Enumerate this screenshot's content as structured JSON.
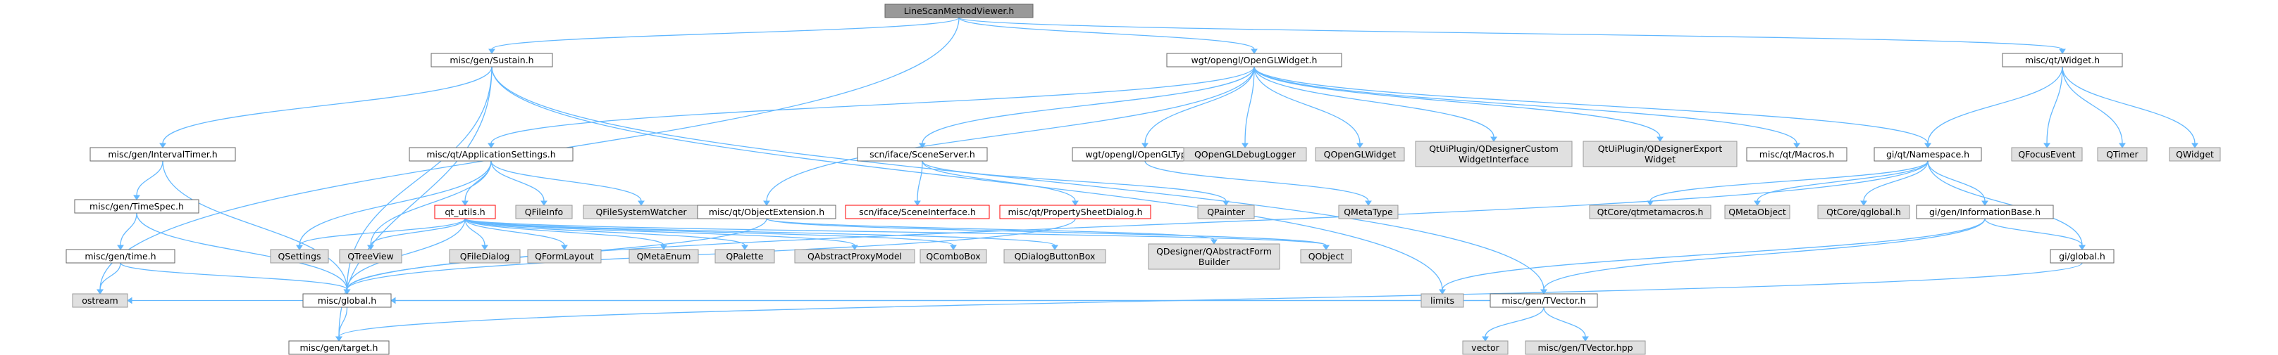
{
  "colors": {
    "root_fill": "#999999",
    "root_stroke": "#666666",
    "doc_fill": "#ffffff",
    "doc_stroke": "#666666",
    "ext_fill": "#e0e0e0",
    "ext_stroke": "#999999",
    "red_stroke": "#ff0000",
    "edge": "#63b8ff",
    "text": "#000000"
  },
  "nodes": [
    {
      "id": "n0",
      "label": [
        "LineScanMethodViewer.h"
      ],
      "kind": "root"
    },
    {
      "id": "n1",
      "label": [
        "misc/gen/Sustain.h"
      ],
      "kind": "doc"
    },
    {
      "id": "n2",
      "label": [
        "wgt/opengl/OpenGLWidget.h"
      ],
      "kind": "doc"
    },
    {
      "id": "n3",
      "label": [
        "misc/qt/Widget.h"
      ],
      "kind": "doc"
    },
    {
      "id": "n4",
      "label": [
        "misc/gen/IntervalTimer.h"
      ],
      "kind": "doc"
    },
    {
      "id": "n5",
      "label": [
        "misc/gen/TimeSpec.h"
      ],
      "kind": "doc"
    },
    {
      "id": "n6",
      "label": [
        "misc/gen/time.h"
      ],
      "kind": "doc"
    },
    {
      "id": "n7",
      "label": [
        "ostream"
      ],
      "kind": "ext"
    },
    {
      "id": "n8",
      "label": [
        "misc/global.h"
      ],
      "kind": "doc"
    },
    {
      "id": "n9",
      "label": [
        "misc/gen/target.h"
      ],
      "kind": "doc"
    },
    {
      "id": "n10",
      "label": [
        "misc/qt/ApplicationSettings.h"
      ],
      "kind": "doc"
    },
    {
      "id": "n11",
      "label": [
        "qt_utils.h"
      ],
      "kind": "red"
    },
    {
      "id": "n12",
      "label": [
        "QSettings"
      ],
      "kind": "ext"
    },
    {
      "id": "n13",
      "label": [
        "QTreeView"
      ],
      "kind": "ext"
    },
    {
      "id": "n14",
      "label": [
        "QFileInfo"
      ],
      "kind": "ext"
    },
    {
      "id": "n15",
      "label": [
        "QFileSystemWatcher"
      ],
      "kind": "ext"
    },
    {
      "id": "n16",
      "label": [
        "QFileDialog"
      ],
      "kind": "ext"
    },
    {
      "id": "n17",
      "label": [
        "QFormLayout"
      ],
      "kind": "ext"
    },
    {
      "id": "n18",
      "label": [
        "QMetaEnum"
      ],
      "kind": "ext"
    },
    {
      "id": "n19",
      "label": [
        "QPalette"
      ],
      "kind": "ext"
    },
    {
      "id": "n20",
      "label": [
        "QAbstractProxyModel"
      ],
      "kind": "ext"
    },
    {
      "id": "n21",
      "label": [
        "QComboBox"
      ],
      "kind": "ext"
    },
    {
      "id": "n22",
      "label": [
        "QDialogButtonBox"
      ],
      "kind": "ext"
    },
    {
      "id": "n23",
      "label": [
        "misc/qt/ObjectExtension.h"
      ],
      "kind": "doc"
    },
    {
      "id": "n24",
      "label": [
        "scn/iface/SceneServer.h"
      ],
      "kind": "doc"
    },
    {
      "id": "n25",
      "label": [
        "scn/iface/SceneInterface.h"
      ],
      "kind": "red"
    },
    {
      "id": "n26",
      "label": [
        "misc/qt/PropertySheetDialog.h"
      ],
      "kind": "red"
    },
    {
      "id": "n27",
      "label": [
        "wgt/opengl/OpenGLTypes.h"
      ],
      "kind": "doc"
    },
    {
      "id": "n28",
      "label": [
        "QPainter"
      ],
      "kind": "ext"
    },
    {
      "id": "n29",
      "label": [
        "QMetaType"
      ],
      "kind": "ext"
    },
    {
      "id": "n30",
      "label": [
        "QOpenGLDebugLogger"
      ],
      "kind": "ext"
    },
    {
      "id": "n31",
      "label": [
        "QOpenGLWidget"
      ],
      "kind": "ext"
    },
    {
      "id": "n32",
      "label": [
        "QtUiPlugin/QDesignerCustom",
        "WidgetInterface"
      ],
      "kind": "ext"
    },
    {
      "id": "n33",
      "label": [
        "QtUiPlugin/QDesignerExport",
        "Widget"
      ],
      "kind": "ext"
    },
    {
      "id": "n34",
      "label": [
        "misc/qt/Macros.h"
      ],
      "kind": "doc"
    },
    {
      "id": "n35",
      "label": [
        "gi/qt/Namespace.h"
      ],
      "kind": "doc"
    },
    {
      "id": "n36",
      "label": [
        "QtCore/qtmetamacros.h"
      ],
      "kind": "ext"
    },
    {
      "id": "n37",
      "label": [
        "QMetaObject"
      ],
      "kind": "ext"
    },
    {
      "id": "n38",
      "label": [
        "QtCore/qglobal.h"
      ],
      "kind": "ext"
    },
    {
      "id": "n39",
      "label": [
        "gi/gen/InformationBase.h"
      ],
      "kind": "doc"
    },
    {
      "id": "n40",
      "label": [
        "gi/global.h"
      ],
      "kind": "doc"
    },
    {
      "id": "n41",
      "label": [
        "QDesigner/QAbstractForm",
        "Builder"
      ],
      "kind": "ext"
    },
    {
      "id": "n42",
      "label": [
        "QObject"
      ],
      "kind": "ext"
    },
    {
      "id": "n43",
      "label": [
        "limits"
      ],
      "kind": "ext"
    },
    {
      "id": "n44",
      "label": [
        "misc/gen/TVector.h"
      ],
      "kind": "doc"
    },
    {
      "id": "n45",
      "label": [
        "vector"
      ],
      "kind": "ext"
    },
    {
      "id": "n46",
      "label": [
        "misc/gen/TVector.hpp"
      ],
      "kind": "ext"
    },
    {
      "id": "n47",
      "label": [
        "QFocusEvent"
      ],
      "kind": "ext"
    },
    {
      "id": "n48",
      "label": [
        "QTimer"
      ],
      "kind": "ext"
    },
    {
      "id": "n49",
      "label": [
        "QWidget"
      ],
      "kind": "ext"
    }
  ],
  "edges": [
    [
      "n0",
      "n1"
    ],
    [
      "n0",
      "n2"
    ],
    [
      "n0",
      "n3"
    ],
    [
      "n0",
      "n7"
    ],
    [
      "n1",
      "n4"
    ],
    [
      "n1",
      "n8"
    ],
    [
      "n1",
      "n9"
    ],
    [
      "n1",
      "n44"
    ],
    [
      "n1",
      "n43"
    ],
    [
      "n4",
      "n5"
    ],
    [
      "n4",
      "n8"
    ],
    [
      "n5",
      "n6"
    ],
    [
      "n5",
      "n8"
    ],
    [
      "n6",
      "n7"
    ],
    [
      "n6",
      "n8"
    ],
    [
      "n8",
      "n9"
    ],
    [
      "n2",
      "n10"
    ],
    [
      "n2",
      "n23"
    ],
    [
      "n2",
      "n24"
    ],
    [
      "n2",
      "n27"
    ],
    [
      "n2",
      "n30"
    ],
    [
      "n2",
      "n31"
    ],
    [
      "n2",
      "n32"
    ],
    [
      "n2",
      "n33"
    ],
    [
      "n2",
      "n34"
    ],
    [
      "n2",
      "n35"
    ],
    [
      "n10",
      "n11"
    ],
    [
      "n10",
      "n12"
    ],
    [
      "n10",
      "n13"
    ],
    [
      "n10",
      "n14"
    ],
    [
      "n10",
      "n15"
    ],
    [
      "n11",
      "n12"
    ],
    [
      "n11",
      "n13"
    ],
    [
      "n11",
      "n16"
    ],
    [
      "n11",
      "n17"
    ],
    [
      "n11",
      "n18"
    ],
    [
      "n11",
      "n19"
    ],
    [
      "n11",
      "n20"
    ],
    [
      "n11",
      "n21"
    ],
    [
      "n11",
      "n22"
    ],
    [
      "n11",
      "n8"
    ],
    [
      "n11",
      "n42"
    ],
    [
      "n23",
      "n41"
    ],
    [
      "n23",
      "n42"
    ],
    [
      "n23",
      "n8"
    ],
    [
      "n24",
      "n25"
    ],
    [
      "n24",
      "n26"
    ],
    [
      "n24",
      "n28"
    ],
    [
      "n26",
      "n8"
    ],
    [
      "n27",
      "n29"
    ],
    [
      "n35",
      "n36"
    ],
    [
      "n35",
      "n37"
    ],
    [
      "n35",
      "n38"
    ],
    [
      "n35",
      "n39"
    ],
    [
      "n35",
      "n40"
    ],
    [
      "n35",
      "n8"
    ],
    [
      "n39",
      "n40"
    ],
    [
      "n39",
      "n43"
    ],
    [
      "n39",
      "n44"
    ],
    [
      "n40",
      "n9"
    ],
    [
      "n44",
      "n7"
    ],
    [
      "n44",
      "n8"
    ],
    [
      "n44",
      "n45"
    ],
    [
      "n44",
      "n46"
    ],
    [
      "n3",
      "n35"
    ],
    [
      "n3",
      "n47"
    ],
    [
      "n3",
      "n48"
    ],
    [
      "n3",
      "n49"
    ]
  ]
}
